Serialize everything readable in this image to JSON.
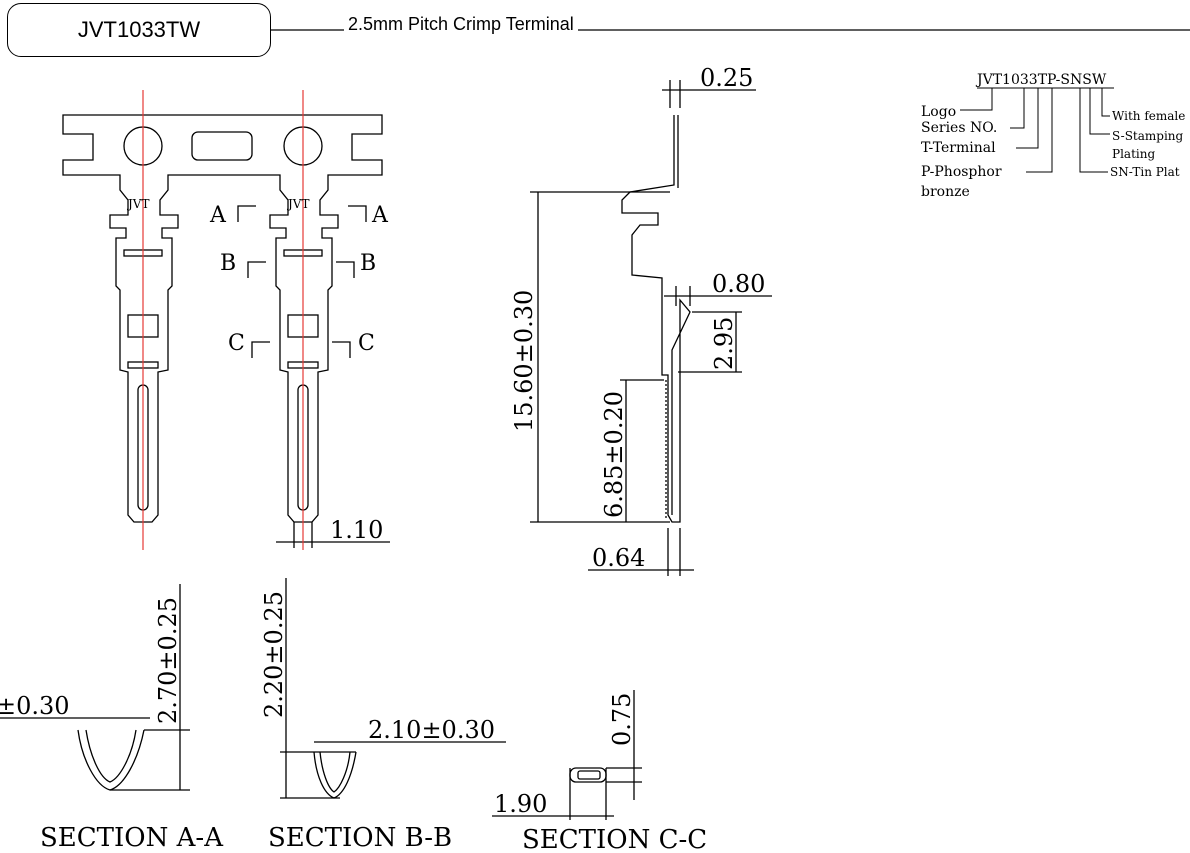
{
  "header": {
    "part_number": "JVT1033TW",
    "subtitle": "2.5mm Pitch Crimp Terminal"
  },
  "part_code": {
    "code": "JVT1033TP-SNSW",
    "legend": {
      "logo": "Logo",
      "series": "Series NO.",
      "terminal": "T-Terminal",
      "phosphor_1": "P-Phosphor",
      "phosphor_2": "bronze",
      "female": "With female",
      "stamping_1": "S-Stamping",
      "stamping_2": "Plating",
      "tin": "SN-Tin Plat"
    }
  },
  "top_view": {
    "logo_text": "JVT",
    "section_a": "A",
    "section_b": "B",
    "section_c": "C",
    "dim_width": "1.10"
  },
  "side_view": {
    "dim_thickness": "0.25",
    "dim_total_length": "15.60±0.30",
    "dim_offset": "0.80",
    "dim_height": "2.95",
    "dim_pin_length": "6.85±0.20",
    "dim_pin_width": "0.64"
  },
  "sections": {
    "aa_title": "SECTION A-A",
    "aa_height": "2.70±0.25",
    "aa_width": "±0.30",
    "bb_title": "SECTION B-B",
    "bb_height": "2.20±0.25",
    "bb_width": "2.10±0.30",
    "cc_title": "SECTION C-C",
    "cc_height": "0.75",
    "cc_width": "1.90"
  }
}
